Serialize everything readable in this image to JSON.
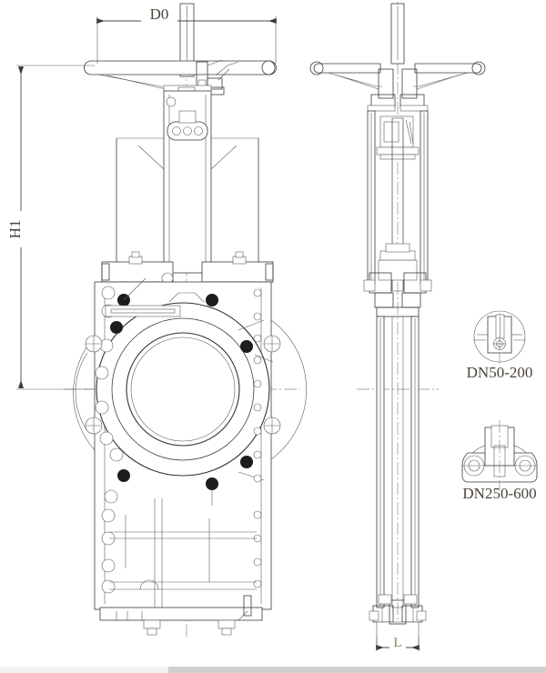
{
  "drawing": {
    "type": "engineering-drawing",
    "subject": "knife gate valve",
    "views": [
      {
        "name": "front-elevation",
        "label": ""
      },
      {
        "name": "side-section",
        "label": ""
      },
      {
        "name": "detail-dn50-200",
        "label": "DN50-200"
      },
      {
        "name": "detail-dn250-600",
        "label": "DN250-600"
      }
    ]
  },
  "dimensions": {
    "d0": "D0",
    "h1": "H1",
    "l": "L"
  },
  "details": {
    "small_bore_label": "DN50-200",
    "large_bore_label": "DN250-600"
  },
  "colors": {
    "line": "#3b3b3b",
    "line_heavy": "#2b2b2b",
    "centerline": "#8d8d8d",
    "text": "#4a4438",
    "text_accent": "#8a7c53",
    "background": "#ffffff",
    "footer_left": "#f1f1f1",
    "footer_right": "#cfcfcf"
  }
}
